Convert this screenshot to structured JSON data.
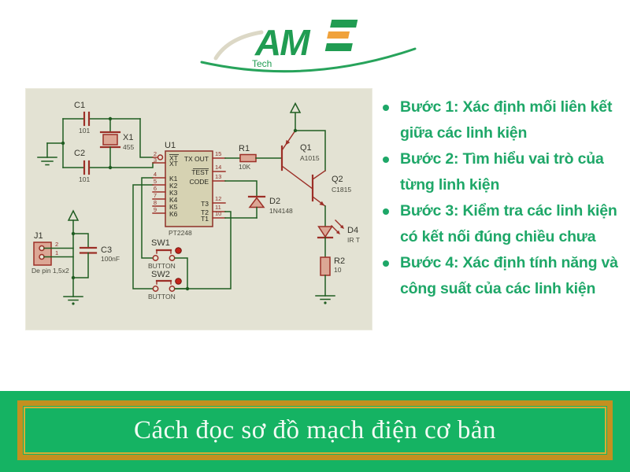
{
  "logo": {
    "name": "AME",
    "sub": "Tech"
  },
  "steps": {
    "items": [
      {
        "line1": "Bước 1: Xác định mối liên kết",
        "line2": "giữa các linh kiện"
      },
      {
        "line1": "Bước 2: Tìm hiểu vai trò của",
        "line2": "từng linh kiện"
      },
      {
        "line1": "Bước 3: Kiểm tra các linh kiện",
        "line2": "có kết nối đúng chiều chưa"
      },
      {
        "line1": "Bước 4: Xác định tính năng và",
        "line2": "công suất của các linh kiện"
      }
    ]
  },
  "banner": {
    "title": "Cách đọc sơ đồ mạch điện cơ bản"
  },
  "colors": {
    "step_text_green": "#1ea768",
    "banner_green": "#15b363",
    "banner_border_gold": "#c39020",
    "banner_text": "#f2fbf4",
    "logo_green": "#209c52",
    "logo_orange": "#f0a23c",
    "schematic_bg": "#e3e2d3",
    "wire_green": "#1f5c21",
    "component_red": "#9c2f27"
  },
  "circuit": {
    "c1": {
      "ref": "C1",
      "val": "101"
    },
    "c2": {
      "ref": "C2",
      "val": "101"
    },
    "c3": {
      "ref": "C3",
      "val": "100nF"
    },
    "x1": {
      "ref": "X1",
      "val": "455"
    },
    "u1": {
      "ref": "U1",
      "part": "PT2248"
    },
    "r1": {
      "ref": "R1",
      "val": "10K"
    },
    "r2": {
      "ref": "R2",
      "val": "10"
    },
    "q1": {
      "ref": "Q1",
      "part": "A1015"
    },
    "q2": {
      "ref": "Q2",
      "part": "C1815"
    },
    "d2": {
      "ref": "D2",
      "part": "1N4148"
    },
    "d4": {
      "ref": "D4",
      "part": "IR T"
    },
    "j1": {
      "ref": "J1",
      "part": "De pin 1,5x2"
    },
    "sw1": {
      "ref": "SW1",
      "type": "BUTTON"
    },
    "sw2": {
      "ref": "SW2",
      "type": "BUTTON"
    },
    "u1_pins_left": {
      "p2": "2",
      "p3": "3",
      "p4": "4",
      "p5": "5",
      "p6": "6",
      "p7": "7",
      "p8": "8",
      "p9": "9"
    },
    "u1_pins_right": {
      "p15": "15",
      "p14": "14",
      "p13": "13",
      "p12": "12",
      "p11": "11",
      "p10": "10"
    },
    "u1_names_left": {
      "xt1": "XT",
      "xt2": "XT",
      "k1": "K1",
      "k2": "K2",
      "k3": "K3",
      "k4": "K4",
      "k5": "K5",
      "k6": "K6"
    },
    "u1_names_right": {
      "txout": "TX OUT",
      "test": "TEST",
      "code": "CODE",
      "t3": "T3",
      "t2": "T2",
      "t1": "T1"
    }
  }
}
